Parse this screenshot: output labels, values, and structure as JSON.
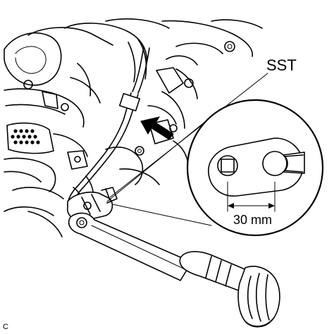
{
  "labels": {
    "tool": "SST",
    "dimension": "30 mm",
    "corner_code": "C"
  },
  "icons": {
    "direction_arrow": "direction-arrow-icon"
  }
}
